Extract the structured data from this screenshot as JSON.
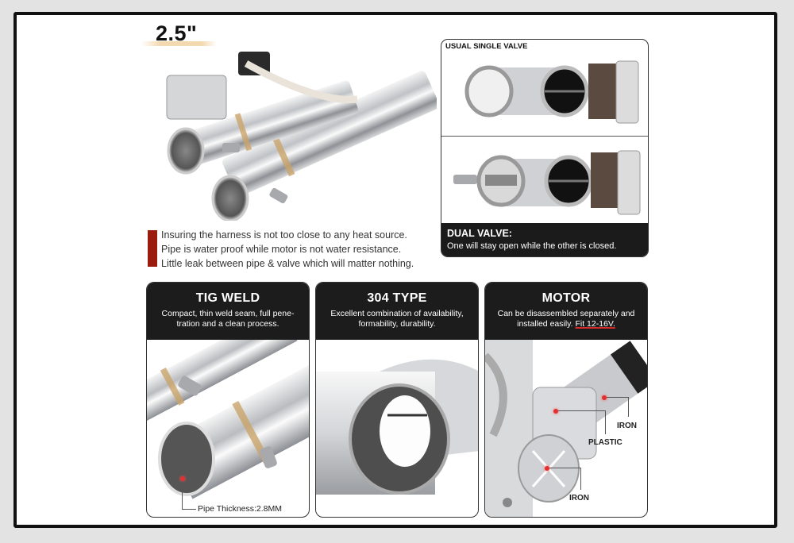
{
  "header": {
    "size_label": "2.5\""
  },
  "notes": {
    "accent_color": "#9b1c0e",
    "lines": [
      "Insuring the harness is not too close to any heat source.",
      "Pipe is water proof while motor is not water resistance.",
      "Little leak between pipe & valve which will matter nothing."
    ]
  },
  "comparison": {
    "top_title": "USUAL SINGLE VALVE",
    "caption_heading": "DUAL VALVE:",
    "caption_text": "One will stay open while the other is closed."
  },
  "cards": [
    {
      "title": "TIG WELD",
      "description": "Compact, thin weld seam, full pene-tration and a clean process.",
      "callouts": [
        "Pipe Thickness:2.8MM"
      ]
    },
    {
      "title": "304 TYPE",
      "description": "Excellent combination of availability, formability, durability."
    },
    {
      "title": "MOTOR",
      "description_prefix": "Can be disassembled separately and installed easily. ",
      "description_highlight": "Fit 12-16V.",
      "callouts": [
        "IRON",
        "PLASTIC",
        "IRON"
      ]
    }
  ],
  "colors": {
    "background": "#e3e3e3",
    "frame_border": "#111111",
    "card_header": "#1c1c1c",
    "callout_dot": "#e23030"
  }
}
